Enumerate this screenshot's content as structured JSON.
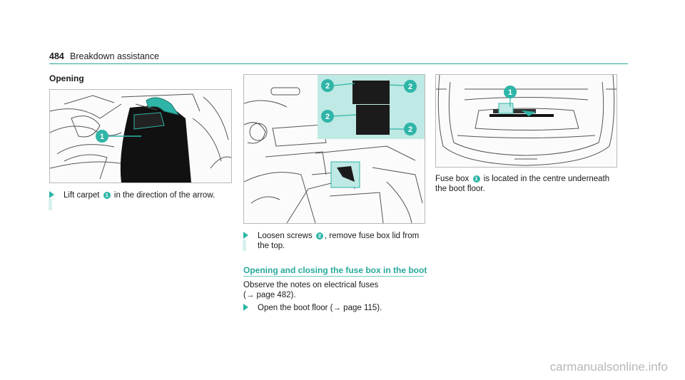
{
  "header": {
    "page_number": "484",
    "title": "Breakdown assistance"
  },
  "sections": {
    "opening": {
      "heading": "Opening",
      "step": {
        "before": "Lift carpet",
        "callout": "1",
        "after": "in the direction of the arrow."
      }
    },
    "loosen": {
      "step_line1_before": "Loosen screws",
      "step_line1_callout": "2",
      "step_line1_after": ", remove fuse box lid from",
      "step_line2": "the top."
    },
    "boot": {
      "title": "Opening and closing the fuse box in the boot",
      "note_line1": "Observe the notes on electrical fuses",
      "note_line2": "(→ page 482).",
      "step": "Open the boot floor (→ page 115)."
    },
    "boot_right": {
      "line1_before": "Fuse box",
      "line1_callout": "1",
      "line1_after": "is located in the centre underneath",
      "line2": "the boot floor."
    }
  },
  "figures": {
    "carpet": {
      "callout": "1"
    },
    "dash": {
      "callouts": [
        "2",
        "2",
        "2",
        "2"
      ]
    },
    "trunk": {
      "callout": "1"
    }
  },
  "colors": {
    "accent": "#2fb5a8",
    "highlight": "#bfe9e4"
  },
  "watermark": "carmanualsonline.info"
}
